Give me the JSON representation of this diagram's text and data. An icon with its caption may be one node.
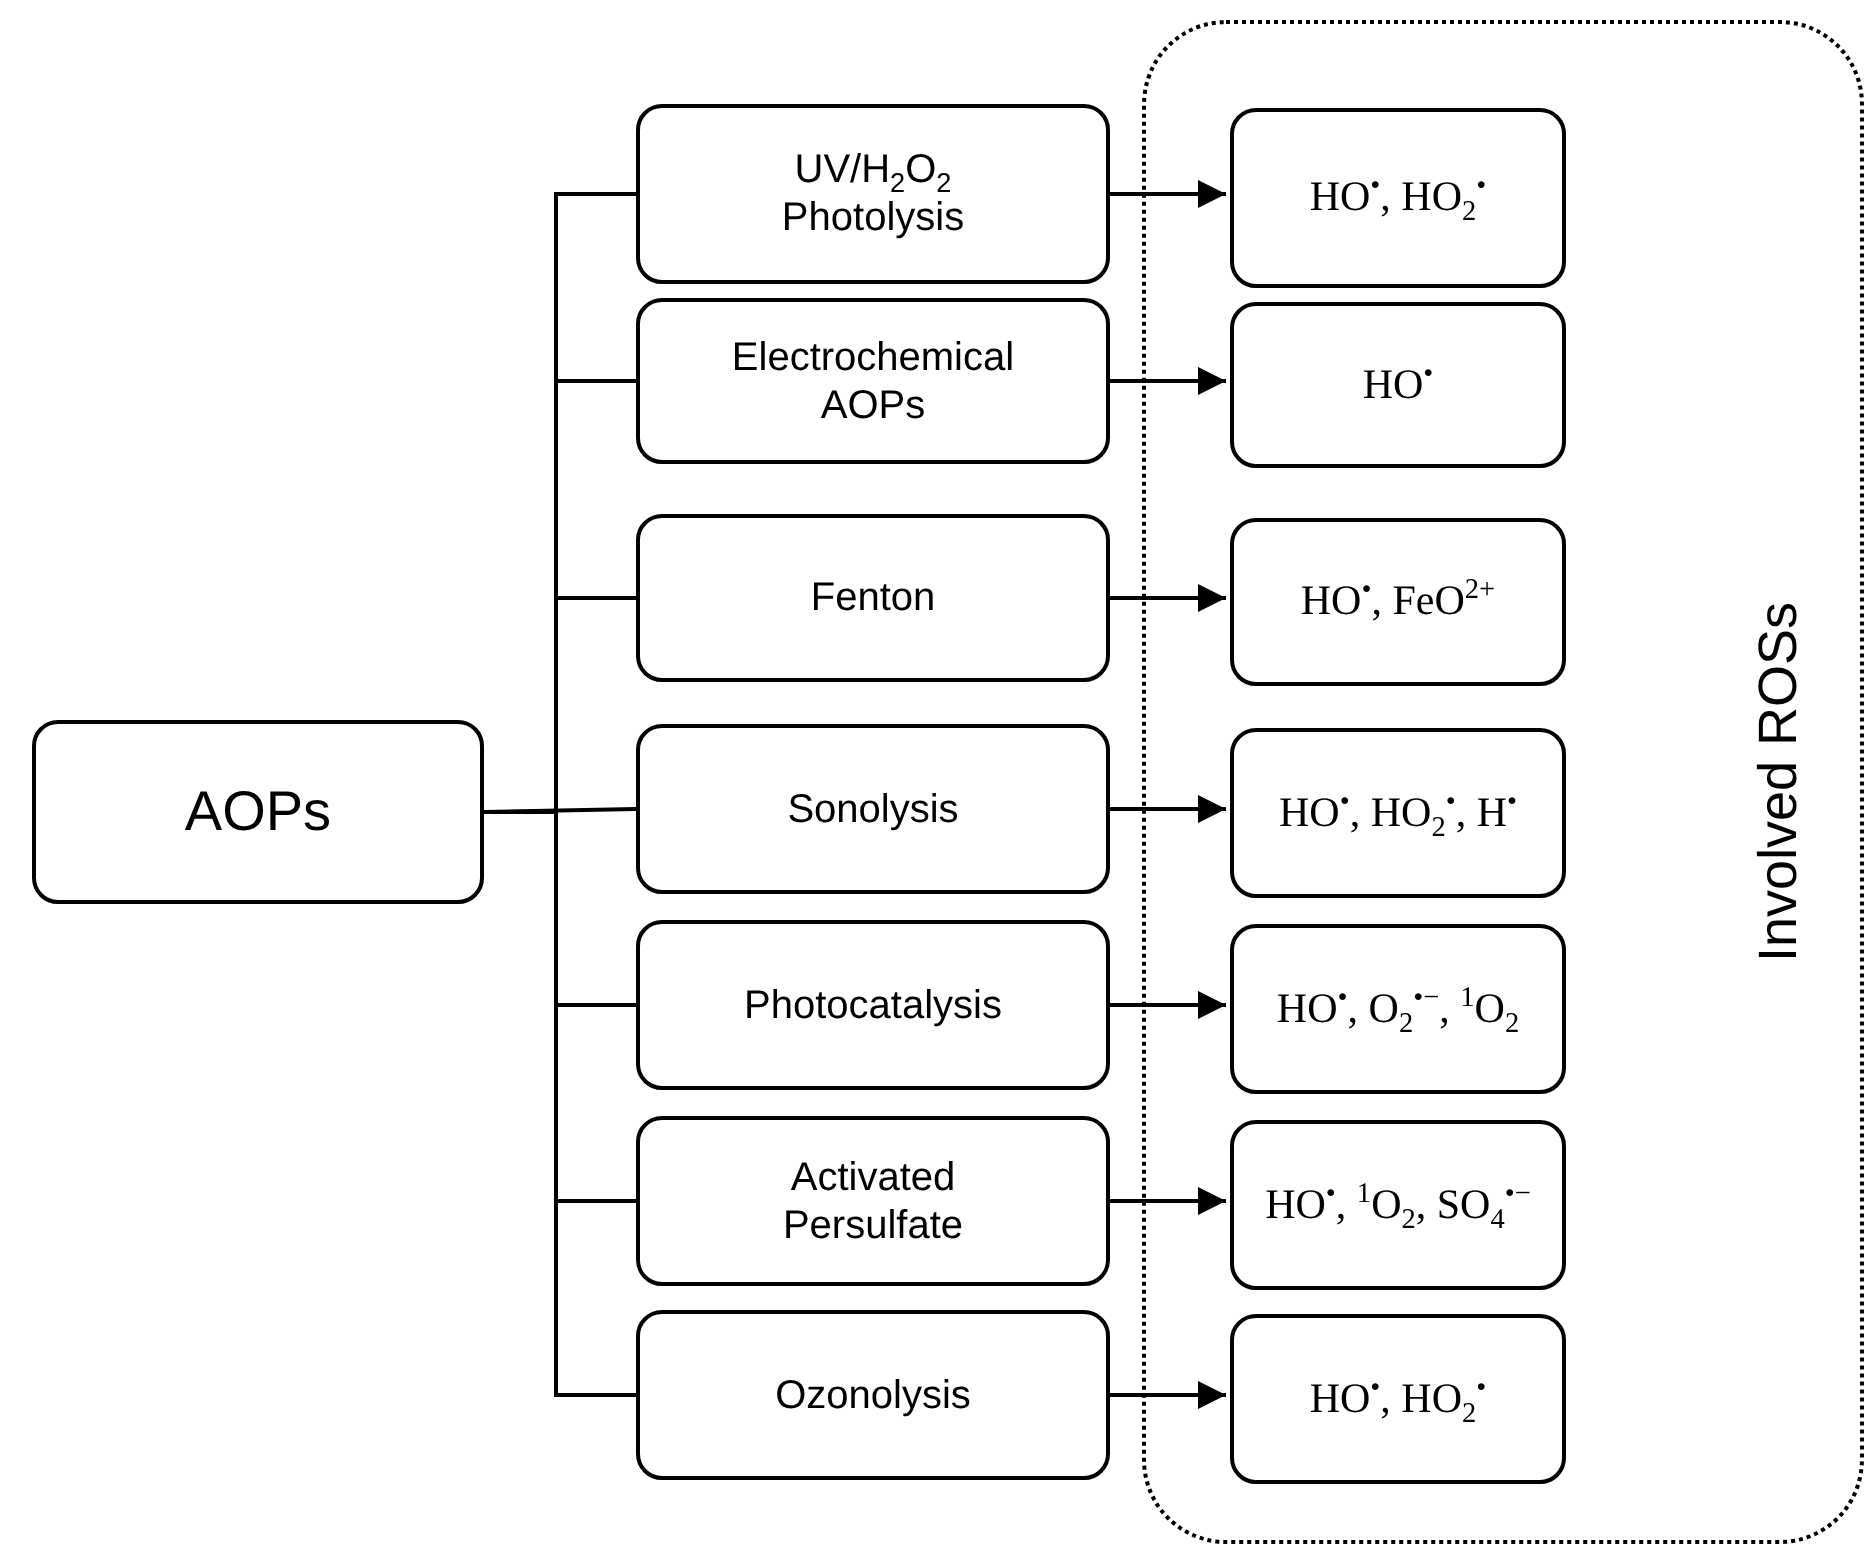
{
  "diagram": {
    "nodes": [
      {
        "text": [
          "AOPs"
        ]
      },
      {
        "text": [
          "UV/H$_{2}$O$_{2}$ Photolysis"
        ]
      },
      {
        "text": [
          "Electrochemical AOPs"
        ]
      },
      {
        "text": [
          "Fenton"
        ]
      },
      {
        "text": [
          "Sonolysis"
        ]
      },
      {
        "text": [
          "Photocatalysis"
        ]
      },
      {
        "text": [
          "Activated Persulfate"
        ]
      },
      {
        "text": [
          "Ozonolysis"
        ]
      },
      {
        "text": [
          "Involved ROSs"
        ]
      },
      {
        "text": [
          "HO$^{•}$, HO$_{2}$$^{•}$"
        ],
        "in": 8
      },
      {
        "text": [
          "HO$^{•}$"
        ],
        "in": 8
      },
      {
        "text": [
          "HO$^{•}$, FeO$^{2+}$"
        ],
        "in": 8
      },
      {
        "text": [
          "HO$^{•}$, HO$_{2}$$^{•}$, H$^{•}$"
        ],
        "in": 8
      },
      {
        "text": [
          "HO$^{•}$, O$_{2}$$^{•−}$, $^{1}$O$_{2}$"
        ],
        "in": 8
      },
      {
        "text": [
          "HO$^{•}$, $^{1}$O$_{2}$, SO$_{4}$$^{•−}$"
        ],
        "in": 8
      },
      {
        "text": [
          "HO$^{•}$, HO$_{2}$$^{•}$"
        ],
        "in": 8
      }
    ],
    "edges": [
      {
        "from": 0,
        "to": 1,
        "arrow": "none"
      },
      {
        "from": 0,
        "to": 2,
        "arrow": "none"
      },
      {
        "from": 0,
        "to": 3,
        "arrow": "none"
      },
      {
        "from": 0,
        "to": 4,
        "arrow": "none"
      },
      {
        "from": 0,
        "to": 5,
        "arrow": "none"
      },
      {
        "from": 0,
        "to": 6,
        "arrow": "none"
      },
      {
        "from": 0,
        "to": 7,
        "arrow": "none"
      },
      {
        "from": 1,
        "to": 9,
        "arrow": "to"
      },
      {
        "from": 2,
        "to": 10,
        "arrow": "to"
      },
      {
        "from": 3,
        "to": 11,
        "arrow": "to"
      },
      {
        "from": 4,
        "to": 12,
        "arrow": "to"
      },
      {
        "from": 5,
        "to": 13,
        "arrow": "to"
      },
      {
        "from": 6,
        "to": 14,
        "arrow": "to"
      },
      {
        "from": 7,
        "to": 15,
        "arrow": "to"
      }
    ]
  }
}
